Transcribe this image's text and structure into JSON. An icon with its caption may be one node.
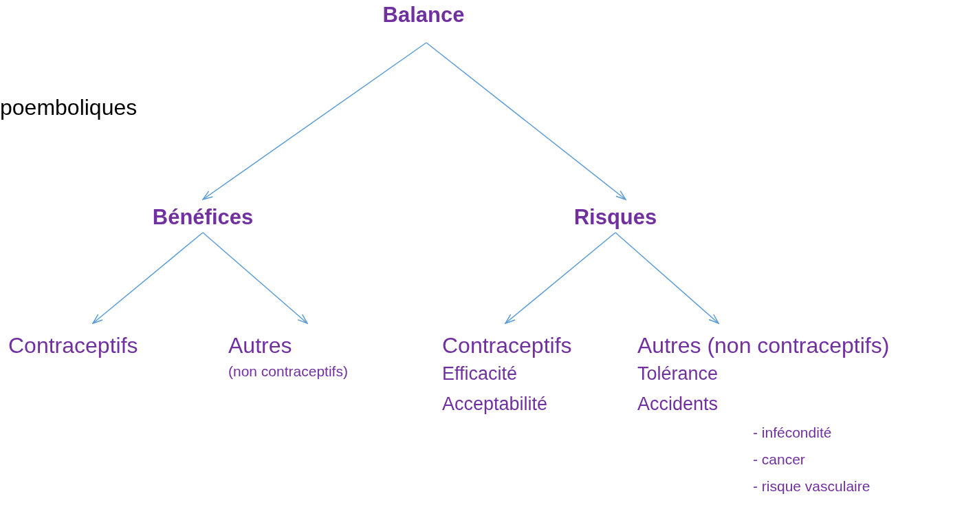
{
  "diagram": {
    "title": "Balance",
    "nodes": [
      {
        "text": [
          "Bénéfices"
        ]
      },
      {
        "text": [
          "Risques"
        ]
      },
      {
        "text": [
          "Contraceptifs"
        ]
      },
      {
        "text": [
          "Autres",
          "(non contraceptifs)"
        ]
      },
      {
        "text": [
          "Contraceptifs",
          "Efficacité",
          "Acceptabilité"
        ]
      },
      {
        "text": [
          "Autres (non contraceptifs)",
          "Tolérance",
          "Accidents",
          "- infécondité",
          "- cancer",
          "- risque vasculaire"
        ]
      }
    ],
    "edges": [
      {
        "from": null,
        "to": 0,
        "arrow": "to"
      },
      {
        "from": null,
        "to": 1,
        "arrow": "to"
      },
      {
        "from": 0,
        "to": 2,
        "arrow": "to"
      },
      {
        "from": 0,
        "to": 3,
        "arrow": "to"
      },
      {
        "from": 1,
        "to": 4,
        "arrow": "to"
      },
      {
        "from": 1,
        "to": 5,
        "arrow": "to"
      }
    ],
    "labels": [
      "poemboliques"
    ]
  }
}
